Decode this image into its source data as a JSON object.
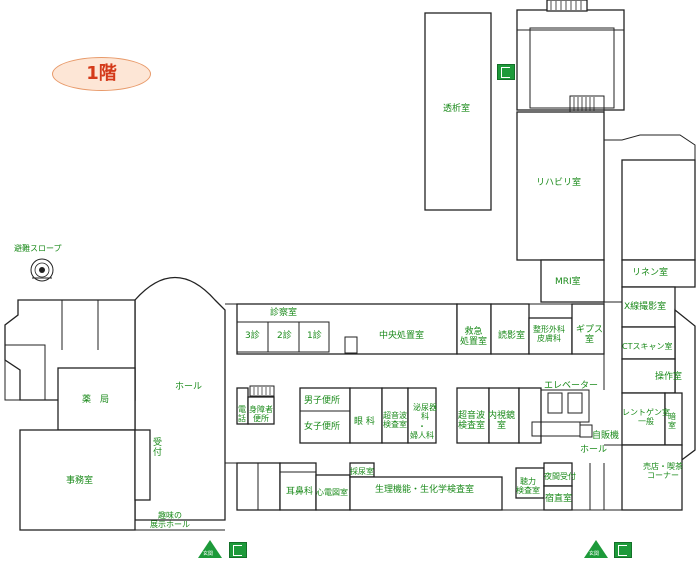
{
  "floor": {
    "label": "1階"
  },
  "rooms": {
    "dialysis": "透析室",
    "rehab": "リハビリ室",
    "mri": "MRI室",
    "linen": "リネン室",
    "xray": "X線撮影室",
    "ct": "CTスキャン室",
    "ops": "操作室",
    "xray_general": "レントゲン室\n一般",
    "dark": "暗\n室",
    "shop": "売店・喫茶\nコーナー",
    "consult": "診察室",
    "c3": "3診",
    "c2": "2診",
    "c1": "1診",
    "central": "中央処置室",
    "emergency": "救急\n処置室",
    "radio_read": "読影室",
    "ortho": "整形外科\n皮膚科",
    "cast": "ギプス\n室",
    "hall": "ホール",
    "pharmacy": "薬　局",
    "office": "事務室",
    "reception": "受\n付",
    "phone": "電\n話",
    "disabled_wc": "身障者\n便所",
    "men_wc": "男子便所",
    "women_wc": "女子便所",
    "eye": "眼 科",
    "ultrasound_small": "超音波\n検査室",
    "urology": "泌尿器\n科",
    "gyn": "婦人科",
    "ultrasound": "超音波\n検査室",
    "endoscopy": "内視鏡\n室",
    "elevator": "エレベーター",
    "vending": "自販機",
    "hall2": "ホール",
    "ent": "耳鼻科",
    "ecg": "心電図室",
    "blood": "採尿室",
    "physio": "生理機能・生化学検査室",
    "hearing": "聴力\n検査室",
    "night_reception": "夜間受付",
    "duty": "宿直室",
    "hobby": "趣味の\n展示ホール",
    "evac": "避難スロープ",
    "entrance": "玄関",
    "dot": "・"
  },
  "colors": {
    "label": "#1a8a1a",
    "wall": "#222222",
    "floor_badge_text": "#d43a1a",
    "exit_green": "#1d9a3a"
  }
}
